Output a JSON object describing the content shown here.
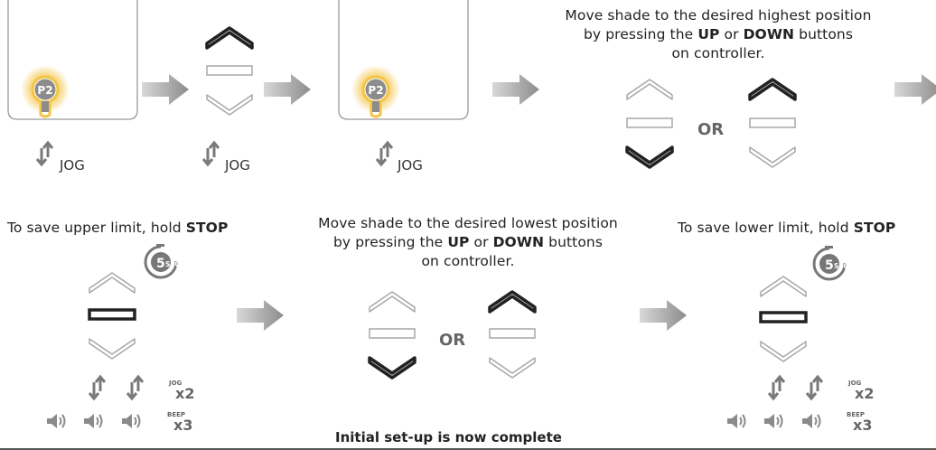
{
  "buttons": {
    "p2": "P2",
    "jog": "JOG",
    "or": "OR"
  },
  "step2": {
    "line1": "Move shade to the desired highest position",
    "line2a": "by pressing the ",
    "up": "UP",
    "or_word": " or ",
    "down": "DOWN",
    "line2b": " buttons",
    "line3": "on controller."
  },
  "step3": {
    "text": "To save upper limit, hold ",
    "stop": "STOP"
  },
  "step4": {
    "line1": "Move shade to the desired lowest position",
    "line2a": "by pressing the ",
    "up": "UP",
    "or_word": " or ",
    "down": "DOWN",
    "line2b": " buttons",
    "line3": "on controller."
  },
  "step5": {
    "text": "To save lower limit, hold ",
    "stop": "STOP"
  },
  "timer": {
    "value": "5",
    "unit": "SECS"
  },
  "feedback": {
    "jog_label": "JOG",
    "jog_count": "x2",
    "beep_label": "BEEP",
    "beep_count": "x3"
  },
  "footer": "Initial set-up is now complete",
  "colors": {
    "arrow": "#9a9a9a",
    "outline": "#9a9a9a",
    "dark": "#333333",
    "glow": "#f0c040"
  }
}
